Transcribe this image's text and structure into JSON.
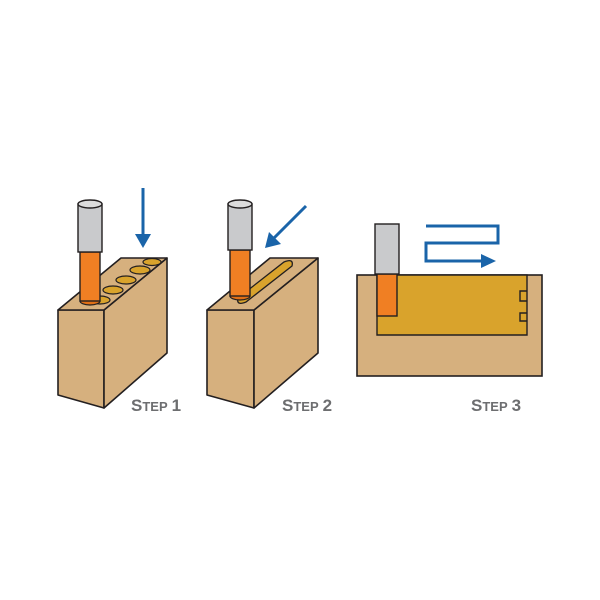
{
  "colors": {
    "wood": "#d6b07e",
    "wood_outline": "#231f20",
    "cut_slot": "#d9a32c",
    "bit_shank": "#c9cacc",
    "bit_cutter": "#f07f23",
    "arrow": "#1a64a9",
    "label": "#6d6e70"
  },
  "steps": [
    {
      "label_first": "S",
      "label_rest": "TEP",
      "number": "1",
      "arrow_direction": "down",
      "operation": "plunge-holes"
    },
    {
      "label_first": "S",
      "label_rest": "TEP",
      "number": "2",
      "arrow_direction": "down-left",
      "operation": "slot-cut"
    },
    {
      "label_first": "S",
      "label_rest": "TEP",
      "number": "3",
      "arrow_direction": "serpentine-right",
      "operation": "pocket-clearing"
    }
  ],
  "icons": [
    "drill-bit-icon",
    "arrow-icon"
  ]
}
